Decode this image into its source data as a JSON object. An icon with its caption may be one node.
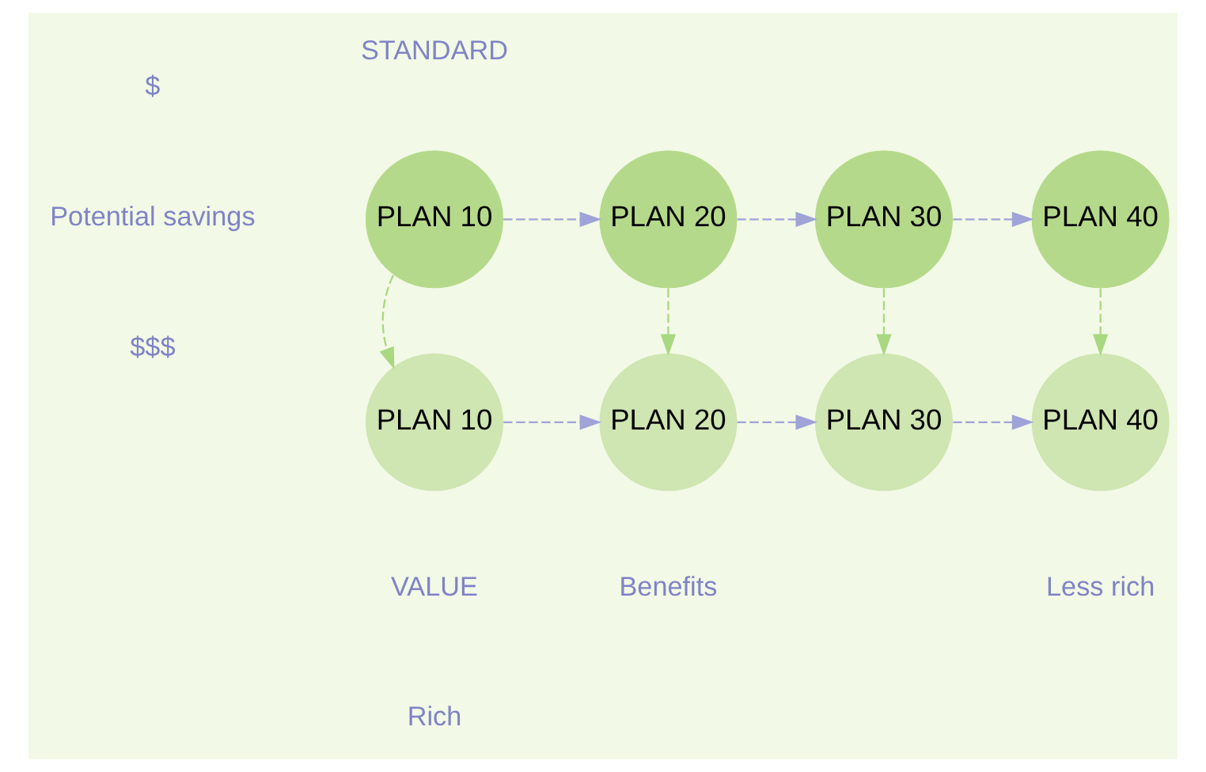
{
  "diagram": {
    "nodes": [
      {
        "text": [
          "PLAN 10"
        ]
      },
      {
        "text": [
          "PLAN 20"
        ]
      },
      {
        "text": [
          "PLAN 30"
        ]
      },
      {
        "text": [
          "PLAN 40"
        ]
      },
      {
        "text": [
          "PLAN 10"
        ]
      },
      {
        "text": [
          "PLAN 20"
        ]
      },
      {
        "text": [
          "PLAN 30"
        ]
      },
      {
        "text": [
          "PLAN 40"
        ]
      }
    ],
    "edges": [
      {
        "from": 0,
        "to": 1,
        "arrow": "to",
        "style": "dashed"
      },
      {
        "from": 1,
        "to": 2,
        "arrow": "to",
        "style": "dashed"
      },
      {
        "from": 2,
        "to": 3,
        "arrow": "to",
        "style": "dashed"
      },
      {
        "from": 0,
        "to": 4,
        "arrow": "to",
        "style": "dashed",
        "color": "#a8d880"
      },
      {
        "from": 1,
        "to": 5,
        "arrow": "to",
        "style": "dashed",
        "color": "#a8d880"
      },
      {
        "from": 2,
        "to": 6,
        "arrow": "to",
        "style": "dashed",
        "color": "#a8d880"
      },
      {
        "from": 3,
        "to": 7,
        "arrow": "to",
        "style": "dashed",
        "color": "#a8d880"
      },
      {
        "from": 4,
        "to": 5,
        "arrow": "to",
        "style": "dashed"
      },
      {
        "from": 5,
        "to": 6,
        "arrow": "to",
        "style": "dashed"
      },
      {
        "from": 6,
        "to": 7,
        "arrow": "to",
        "style": "dashed"
      }
    ],
    "labels": [
      "$",
      "Potential savings",
      "$$$",
      "STANDARD",
      "VALUE",
      "Rich",
      "Benefits",
      "Less rich"
    ]
  }
}
